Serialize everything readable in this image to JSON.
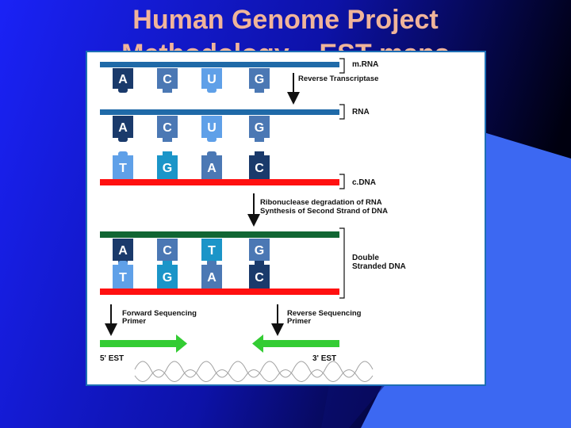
{
  "slide": {
    "title_line1": "Human Genome Project",
    "title_line2": "Methodology – EST maps",
    "colors": {
      "bg_dark": "#000010",
      "bg_blue": "#1d1ff0",
      "accent": "#3c68f2",
      "title": "#f0b49a"
    }
  },
  "diagram": {
    "labels": {
      "mrna": "m.RNA",
      "reverse_transcriptase": "Reverse Transcriptase",
      "rna": "RNA",
      "cdna": "c.DNA",
      "ribonuclease_line1": "Ribonuclease degradation of RNA",
      "ribonuclease_line2": "Synthesis of Second Strand of DNA",
      "double_line1": "Double",
      "double_line2": "Stranded DNA",
      "forward_line1": "Forward Sequencing",
      "forward_line2": "Primer",
      "reverse_line1": "Reverse Sequencing",
      "reverse_line2": "Primer",
      "est5": "5' EST",
      "est3": "3' EST"
    },
    "row1_bases": [
      "A",
      "C",
      "U",
      "G"
    ],
    "row2_bases": [
      "A",
      "C",
      "U",
      "G"
    ],
    "row3_bases": [
      "T",
      "G",
      "A",
      "C"
    ],
    "row4_bases": [
      "A",
      "C",
      "T",
      "G"
    ],
    "row5_bases": [
      "T",
      "G",
      "A",
      "C"
    ],
    "colors": {
      "strand_blue": "#1f6aa8",
      "strand_red": "#ff1010",
      "strand_green": "#116633",
      "primer_green": "#33cc33",
      "base_dark": "#1a3a6b",
      "base_mid": "#4b78b4",
      "base_light": "#5fa0e8",
      "base_teal": "#1b95c8"
    }
  }
}
